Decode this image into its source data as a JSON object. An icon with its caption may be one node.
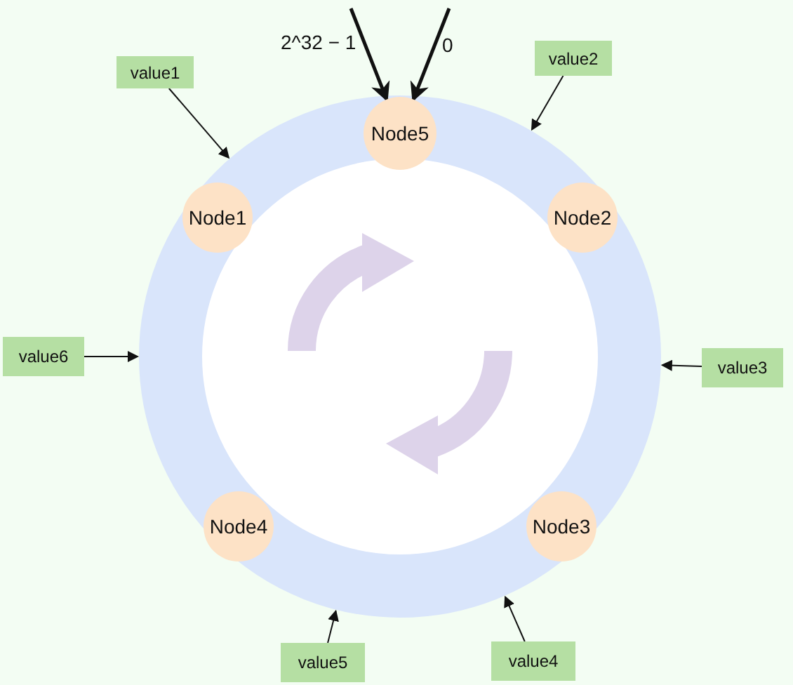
{
  "diagram": {
    "nodes": [
      {
        "text": [],
        "shape": "circle"
      },
      {
        "text": [
          "value1"
        ]
      },
      {
        "text": [
          "value2"
        ]
      },
      {
        "text": [
          "Node5"
        ]
      },
      {
        "text": [
          "Node1"
        ]
      },
      {
        "text": [
          "Node2"
        ]
      },
      {
        "text": [
          "value6"
        ]
      },
      {
        "text": [
          "value3"
        ]
      },
      {
        "text": [
          "Node4"
        ]
      },
      {
        "text": [
          "Node3"
        ]
      },
      {
        "text": [
          "value5"
        ]
      },
      {
        "text": [
          "value4"
        ]
      }
    ],
    "edges": [
      {
        "from": null,
        "to": 3,
        "arrow": "to",
        "label": "2^32 − 1",
        "style": "thick"
      },
      {
        "from": null,
        "to": 3,
        "arrow": "to",
        "label": "0",
        "style": "thick"
      },
      {
        "from": 1,
        "to": 0,
        "arrow": "to"
      },
      {
        "from": 2,
        "to": 0,
        "arrow": "to"
      },
      {
        "from": 6,
        "to": 0,
        "arrow": "to"
      },
      {
        "from": 7,
        "to": 0,
        "arrow": "to"
      },
      {
        "from": 10,
        "to": 0,
        "arrow": "to"
      },
      {
        "from": 11,
        "to": 0,
        "arrow": "to"
      }
    ]
  }
}
